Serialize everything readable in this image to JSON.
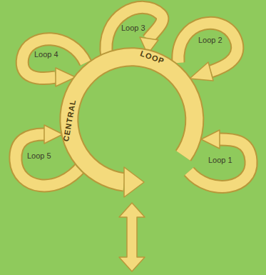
{
  "diagram": {
    "nodes": [
      {
        "text": [
          "CENTRAL",
          "LOOP"
        ]
      }
    ],
    "labels": [
      "Loop 3",
      "Loop 2",
      "Loop 4",
      "Loop 5",
      "Loop 1"
    ]
  }
}
